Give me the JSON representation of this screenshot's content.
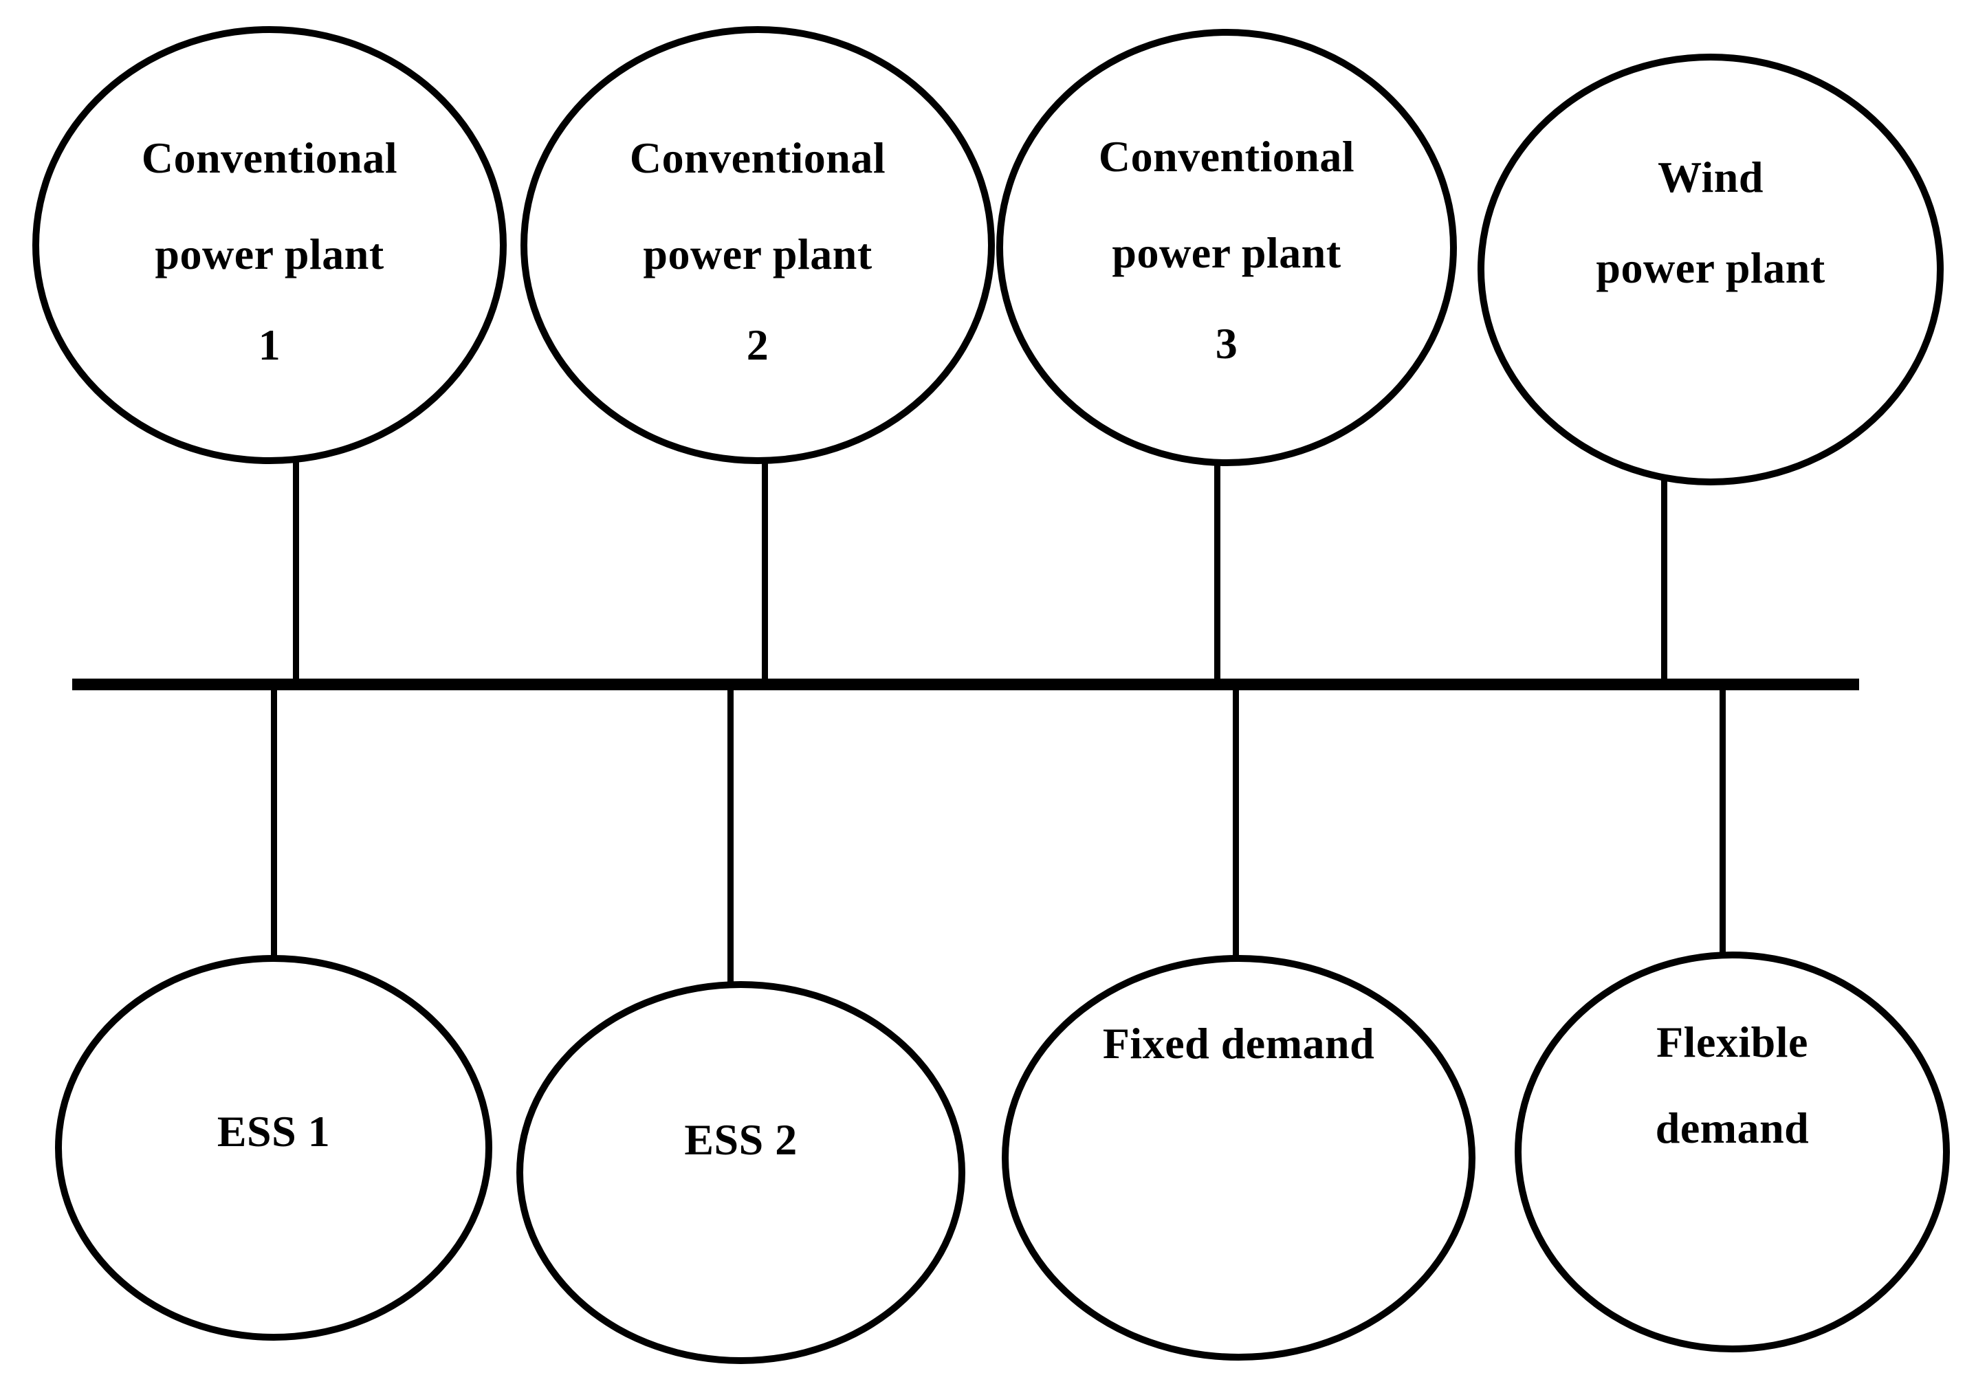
{
  "diagram": {
    "title": "single-bus power system diagram",
    "background_color": "#ffffff",
    "line_color": "#000000",
    "nodes": [
      {
        "id": "cpp1",
        "lines": [
          "Conventional",
          "power plant",
          "1"
        ]
      },
      {
        "id": "cpp2",
        "lines": [
          "Conventional",
          "power plant",
          "2"
        ]
      },
      {
        "id": "cpp3",
        "lines": [
          "Conventional",
          "power plant",
          "3"
        ]
      },
      {
        "id": "wind",
        "lines": [
          "Wind",
          "power plant"
        ]
      },
      {
        "id": "ess1",
        "lines": [
          "ESS 1"
        ]
      },
      {
        "id": "ess2",
        "lines": [
          "ESS 2"
        ]
      },
      {
        "id": "fixed",
        "lines": [
          "Fixed demand"
        ]
      },
      {
        "id": "flexible",
        "lines": [
          "Flexible",
          "demand"
        ]
      }
    ],
    "edges": [
      {
        "from": "cpp1",
        "to": "bus"
      },
      {
        "from": "cpp2",
        "to": "bus"
      },
      {
        "from": "cpp3",
        "to": "bus"
      },
      {
        "from": "wind",
        "to": "bus"
      },
      {
        "from": "ess1",
        "to": "bus"
      },
      {
        "from": "ess2",
        "to": "bus"
      },
      {
        "from": "fixed",
        "to": "bus"
      },
      {
        "from": "flexible",
        "to": "bus"
      }
    ]
  }
}
